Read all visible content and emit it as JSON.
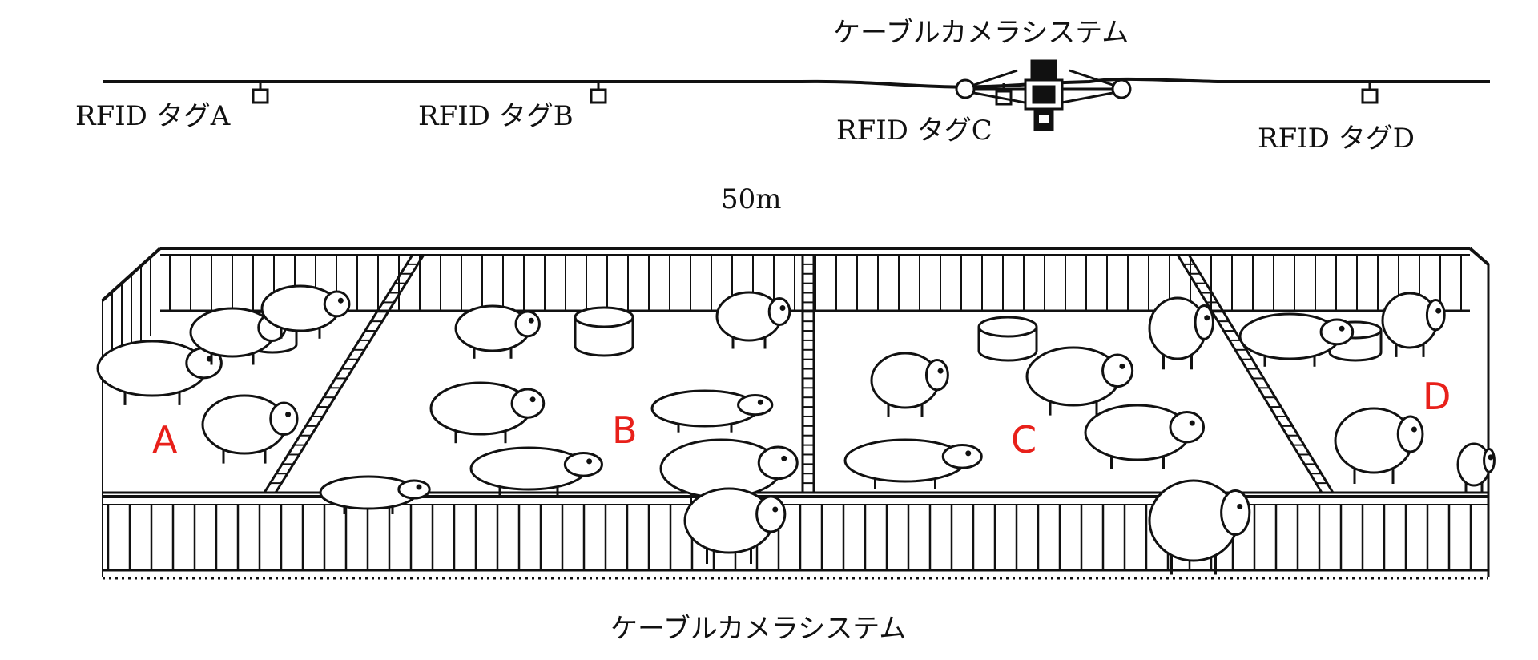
{
  "title": "ケーブルカメラシステム",
  "caption": "ケーブルカメラシステム",
  "distance_label": "50m",
  "rfid_tags": [
    {
      "label": "RFID タグA"
    },
    {
      "label": "RFID タグB"
    },
    {
      "label": "RFID タグC"
    },
    {
      "label": "RFID タグD"
    }
  ],
  "pens": [
    {
      "label": "A"
    },
    {
      "label": "B"
    },
    {
      "label": "C"
    },
    {
      "label": "D"
    }
  ],
  "colors": {
    "line": "#111111",
    "pen_label": "#e8201a",
    "background": "#ffffff"
  },
  "icons": [
    "rfid-tag-icon",
    "cable-camera-icon",
    "pig-icon",
    "feeder-bowl-icon",
    "fence"
  ]
}
